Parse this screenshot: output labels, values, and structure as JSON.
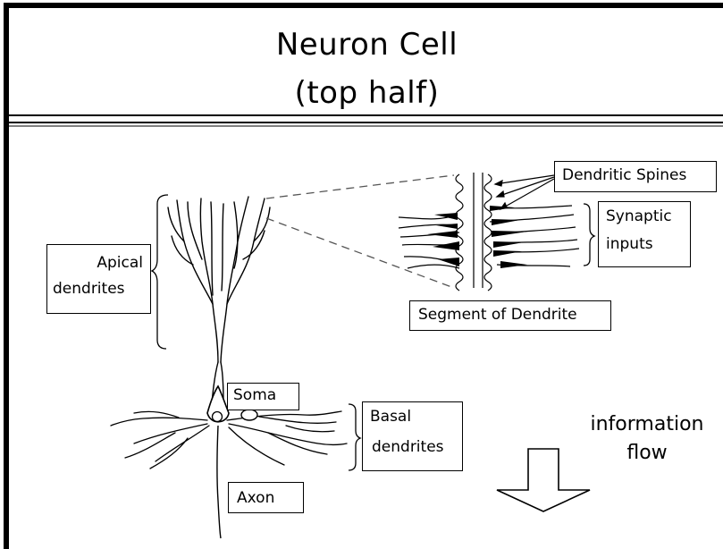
{
  "title": {
    "line1": "Neuron Cell",
    "line2": "(top half)"
  },
  "labels": {
    "apical": [
      "Apical",
      "dendrites"
    ],
    "dendritic_spines": "Dendritic Spines",
    "synaptic": [
      "Synaptic",
      "inputs"
    ],
    "segment": "Segment of Dendrite",
    "soma": "Soma",
    "basal": [
      "Basal",
      "dendrites"
    ],
    "axon": "Axon"
  },
  "information_flow": [
    "information",
    "flow"
  ],
  "icons": {
    "flow_arrow": "down-arrow-icon"
  }
}
